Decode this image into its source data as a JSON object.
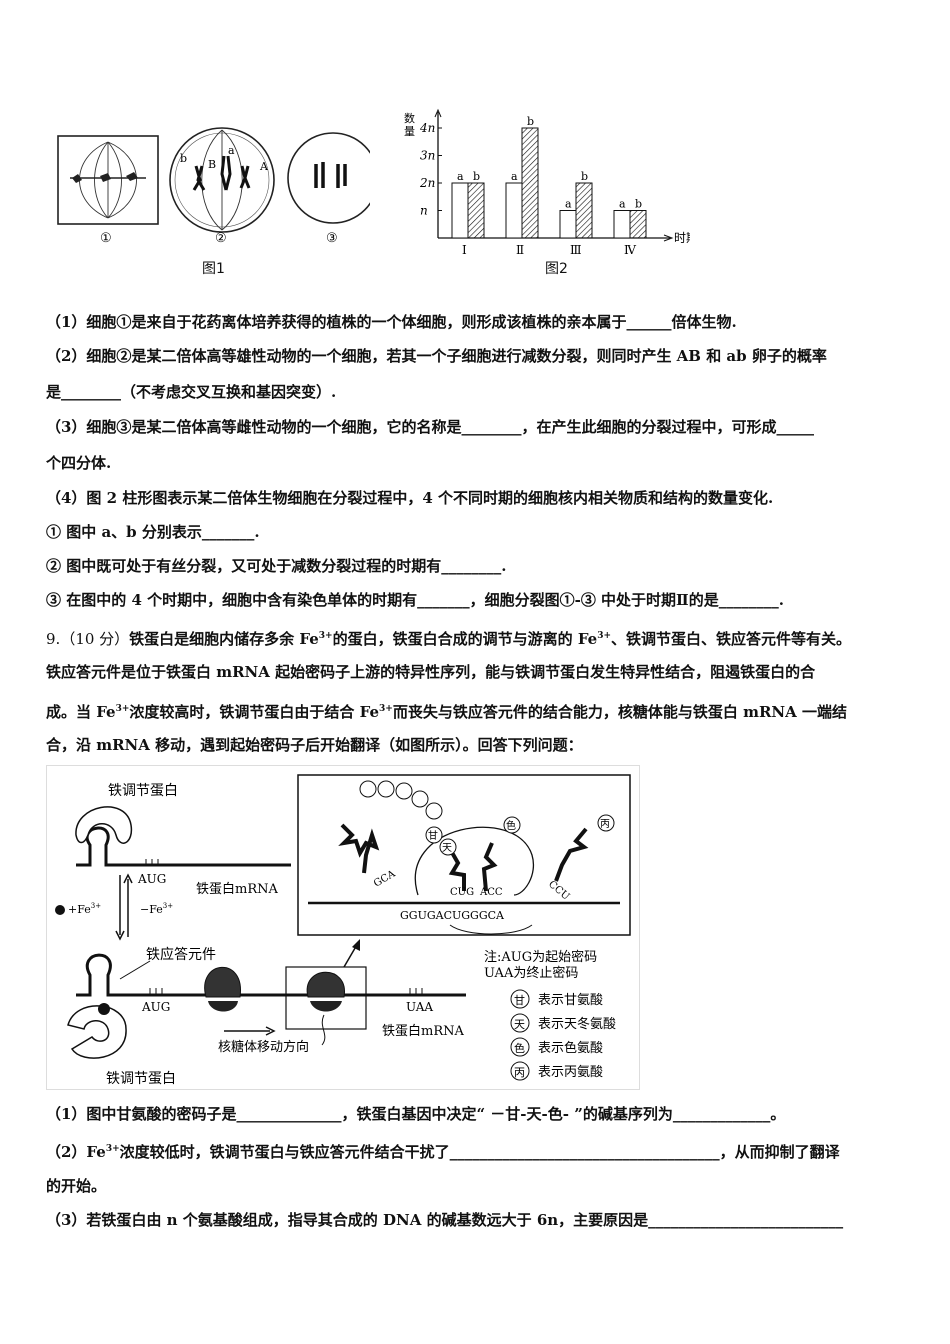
{
  "figure1": {
    "caption": "图1",
    "cell_labels": [
      "①",
      "②",
      "③"
    ],
    "chromosome_labels": {
      "a": "a",
      "b": "b",
      "A": "A",
      "B": "B"
    }
  },
  "figure2": {
    "caption": "图2",
    "ylabel": "数量",
    "xlabel": "时期",
    "y_ticks": [
      "4n",
      "3n",
      "2n",
      "n"
    ],
    "series_labels": [
      "a",
      "b"
    ]
  },
  "chart_data": {
    "type": "bar",
    "categories": [
      "Ⅰ",
      "Ⅱ",
      "Ⅲ",
      "Ⅳ"
    ],
    "series": [
      {
        "name": "a",
        "values": [
          2,
          2,
          1,
          1
        ]
      },
      {
        "name": "b",
        "values": [
          2,
          4,
          2,
          1
        ]
      }
    ],
    "ylabel": "数量",
    "xlabel": "时期",
    "y_ticks": [
      "n",
      "2n",
      "3n",
      "4n"
    ],
    "ylim": [
      0,
      4.4
    ]
  },
  "q8_lines": [
    "（1）细胞①是来自于花药离体培养获得的植株的一个体细胞，则形成该植株的亲本属于______倍体生物.",
    "（2）细胞②是某二倍体高等雄性动物的一个细胞，若其一个子细胞进行减数分裂，则同时产生 AB 和 ab 卵子的概率",
    "是________（不考虑交叉互换和基因突变）.",
    "（3）细胞③是某二倍体高等雌性动物的一个细胞，它的名称是________，在产生此细胞的分裂过程中，可形成_____",
    "个四分体.",
    "（4）图 2 柱形图表示某二倍体生物细胞在分裂过程中，4 个不同时期的细胞核内相关物质和结构的数量变化.",
    "① 图中 a、b 分别表示_______.",
    "② 图中既可处于有丝分裂，又可处于减数分裂过程的时期有________.",
    "③ 在图中的 4 个时期中，细胞中含有染色单体的时期有_______，细胞分裂图①-③ 中处于时期Ⅱ的是________."
  ],
  "q9": {
    "number": "9.",
    "score": "（10 分）",
    "fe3_sup": "3+",
    "line1_a": "铁蛋白是细胞内储存多余 Fe",
    "line1_b": "的蛋白，铁蛋白合成的调节与游离的 Fe",
    "line1_c": "、铁调节蛋白、铁应答元件等有关。",
    "line2": "铁应答元件是位于铁蛋白 mRNA 起始密码子上游的特异性序列，能与铁调节蛋白发生特异性结合，阻遏铁蛋白的合",
    "line3_a": "成。当 Fe",
    "line3_b": "浓度较高时，铁调节蛋白由于结合 Fe",
    "line3_c": "而丧失与铁应答元件的结合能力，核糖体能与铁蛋白 mRNA 一端结",
    "line4": "合，沿 mRNA 移动，遇到起始密码子后开始翻译（如图所示）。回答下列问题："
  },
  "figure3": {
    "iron_regulatory_protein": "铁调节蛋白",
    "iron_response_element": "铁应答元件",
    "ferritin_mrna": "铁蛋白mRNA",
    "ribosome_direction": "核糖体移动方向",
    "aug": "AUG",
    "uaa": "UAA",
    "plus_fe": "+Fe",
    "minus_fe": "−Fe",
    "fe_sup": "3+",
    "mrna_seq": "GGUGACUGGGCA",
    "anticodons": [
      "GCA",
      "CUG",
      "ACC",
      "CCU"
    ],
    "note_title": "注:AUG为起始密码",
    "note_line2": "UAA为终止密码",
    "legend": [
      {
        "symbol": "甘",
        "text": "表示甘氨酸"
      },
      {
        "symbol": "天",
        "text": "表示天冬氨酸"
      },
      {
        "symbol": "色",
        "text": "表示色氨酸"
      },
      {
        "symbol": "丙",
        "text": "表示丙氨酸"
      }
    ]
  },
  "q9_lines": {
    "l1": "（1）图中甘氨酸的密码子是______________，铁蛋白基因中决定“ －甘-天-色- ”的碱基序列为_____________。",
    "l2_a": "（2）Fe",
    "l2_b": "浓度较低时，铁调节蛋白与铁应答元件结合干扰了____________________________________，从而抑制了翻译",
    "l3": "的开始。",
    "l4": "（3）若铁蛋白由 n 个氨基酸组成，指导其合成的 DNA 的碱基数远大于 6n，主要原因是__________________________"
  }
}
